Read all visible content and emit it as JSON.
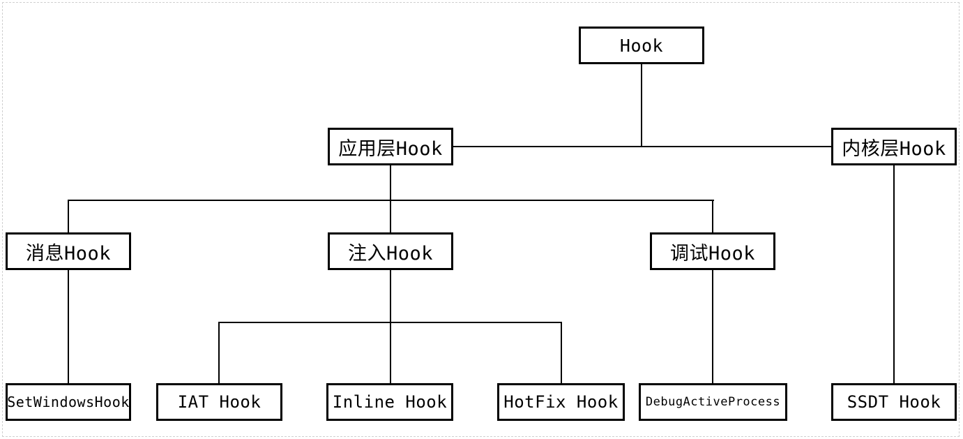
{
  "diagram": {
    "type": "tree",
    "nodes": [
      {
        "id": "hook",
        "label": "Hook"
      },
      {
        "id": "app-layer",
        "label": "应用层Hook"
      },
      {
        "id": "kernel-layer",
        "label": "内核层Hook"
      },
      {
        "id": "message-hook",
        "label": "消息Hook"
      },
      {
        "id": "inject-hook",
        "label": "注入Hook"
      },
      {
        "id": "debug-hook",
        "label": "调试Hook"
      },
      {
        "id": "setwindowshook",
        "label": "SetWindowsHook"
      },
      {
        "id": "iat-hook",
        "label": "IAT Hook"
      },
      {
        "id": "inline-hook",
        "label": "Inline Hook"
      },
      {
        "id": "hotfix-hook",
        "label": "HotFix Hook"
      },
      {
        "id": "debugactiveprocess",
        "label": "DebugActiveProcess"
      },
      {
        "id": "ssdt-hook",
        "label": "SSDT Hook"
      }
    ],
    "edges": [
      {
        "from": "hook",
        "to": "app-layer"
      },
      {
        "from": "hook",
        "to": "kernel-layer"
      },
      {
        "from": "app-layer",
        "to": "message-hook"
      },
      {
        "from": "app-layer",
        "to": "inject-hook"
      },
      {
        "from": "app-layer",
        "to": "debug-hook"
      },
      {
        "from": "message-hook",
        "to": "setwindowshook"
      },
      {
        "from": "inject-hook",
        "to": "iat-hook"
      },
      {
        "from": "inject-hook",
        "to": "inline-hook"
      },
      {
        "from": "inject-hook",
        "to": "hotfix-hook"
      },
      {
        "from": "debug-hook",
        "to": "debugactiveprocess"
      },
      {
        "from": "kernel-layer",
        "to": "ssdt-hook"
      }
    ],
    "colors": {
      "box_border": "#000000",
      "line": "#000000",
      "background": "#ffffff",
      "canvas_border": "#cfcfcf"
    }
  }
}
